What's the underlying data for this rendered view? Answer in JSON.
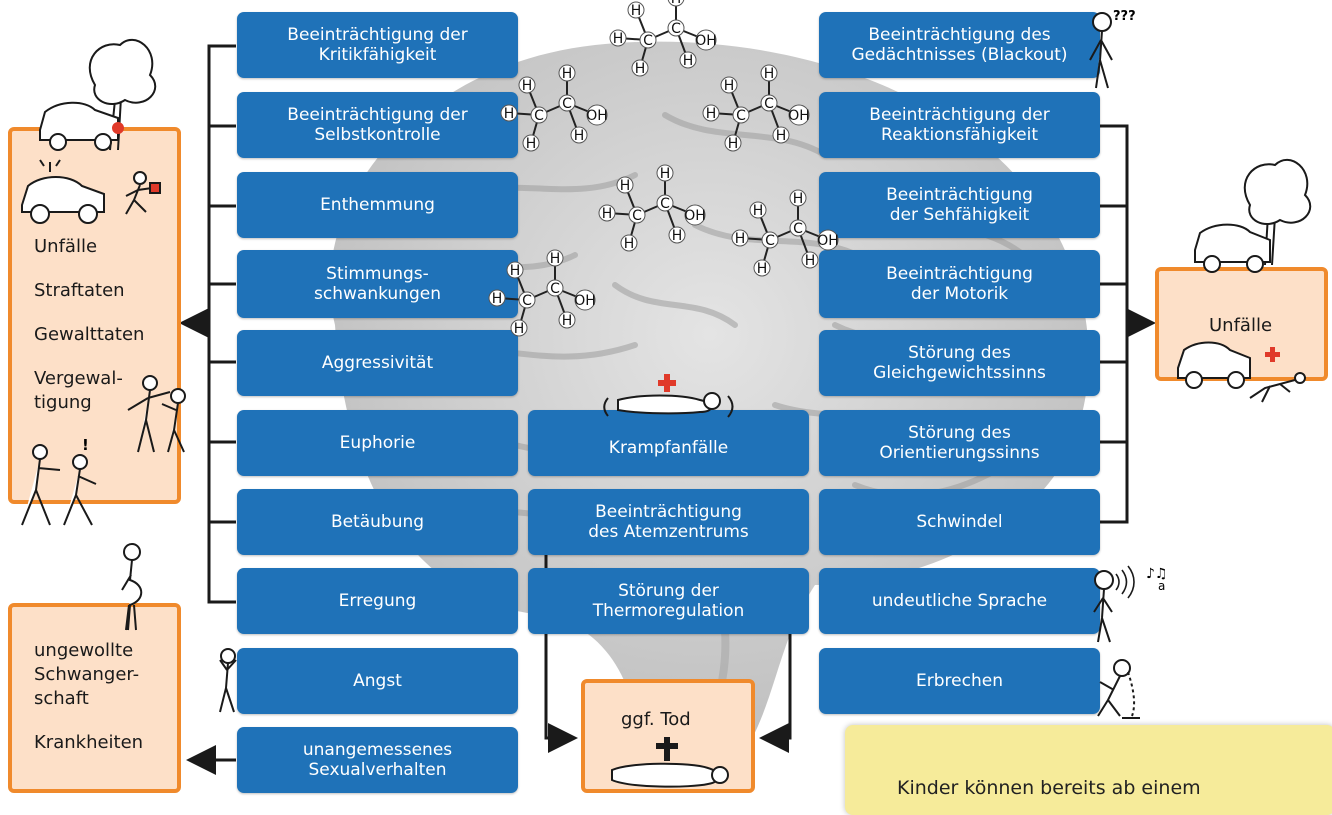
{
  "left_column": [
    "Beeinträchtigung der\nKritikfähigkeit",
    "Beeinträchtigung der\nSelbstkontrolle",
    "Enthemmung",
    "Stimmungs-\nschwankungen",
    "Aggressivität",
    "Euphorie",
    "Betäubung",
    "Erregung",
    "Angst",
    "unangemessenes\nSexualverhalten"
  ],
  "middle_column": [
    "Krampfanfälle",
    "Beeinträchtigung\ndes Atemzentrums",
    "Störung der\nThermoregulation"
  ],
  "right_column": [
    "Beeinträchtigung des\nGedächtnisses (Blackout)",
    "Beeinträchtigung der\nReaktionsfähigkeit",
    "Beeinträchtigung\nder Sehfähigkeit",
    "Beeinträchtigung\nder Motorik",
    "Störung des\nGleichgewichtssinns",
    "Störung des\nOrientierungssinns",
    "Schwindel",
    "undeutliche Sprache",
    "Erbrechen"
  ],
  "left_consequences": [
    "Unfälle",
    "Straftaten",
    "Gewalttaten",
    "Vergewal-",
    "tigung"
  ],
  "lower_left_consequences": [
    "ungewollte",
    "Schwanger-",
    "schaft",
    "Krankheiten"
  ],
  "right_consequences": [
    "Unfälle"
  ],
  "death_box": {
    "label": "ggf. Tod"
  },
  "note_text": "Kinder können bereits ab einem",
  "figure_labels": {
    "confused": "???",
    "exclamation": "!",
    "speech_letter": "a"
  },
  "molecule": {
    "h": "H",
    "c": "C",
    "oh": "OH"
  },
  "colors": {
    "box_blue": "#1f72b8",
    "panel_fill": "#fde0c8",
    "panel_border": "#f08a2c",
    "red_cross": "#e03a2a"
  }
}
